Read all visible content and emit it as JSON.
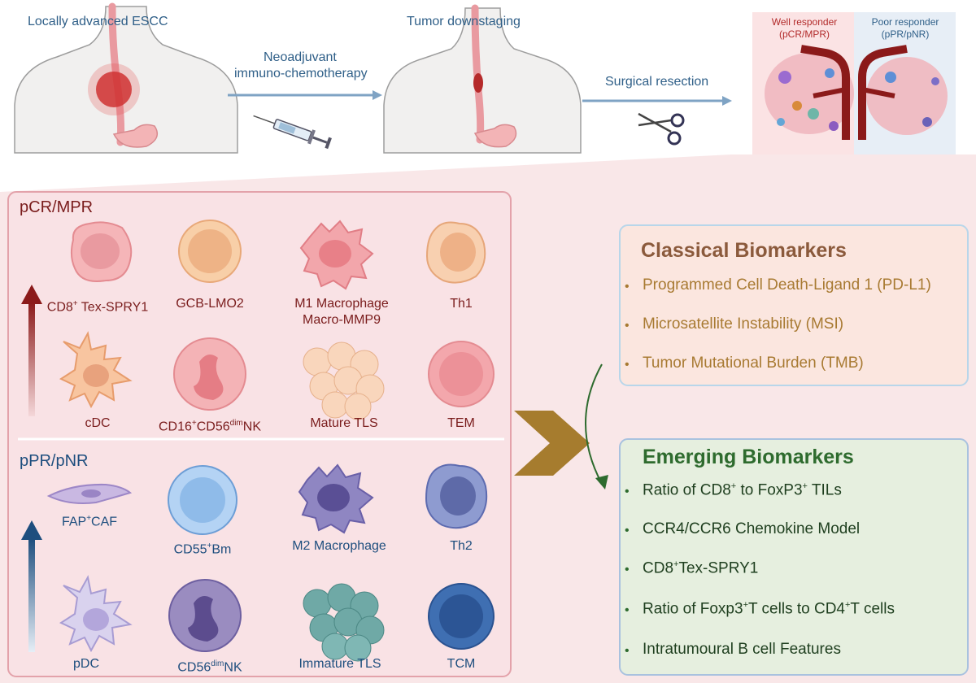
{
  "workflow": {
    "stage1": "Locally advanced ESCC",
    "step1_line1": "Neoadjuvant",
    "step1_line2": "immuno-chemotherapy",
    "stage2": "Tumor downstaging",
    "step2": "Surgical resection",
    "well_responder_line1": "Well responder",
    "well_responder_line2": "(pCR/MPR)",
    "poor_responder_line1": "Poor responder",
    "poor_responder_line2": "(pPR/pNR)"
  },
  "good_group": {
    "title": "pCR/MPR",
    "cells": [
      {
        "label": "CD8",
        "sup": "+",
        "rest": " Tex-SPRY1"
      },
      {
        "label": "GCB-LMO2"
      },
      {
        "label": "M1 Macrophage",
        "line2": "Macro-MMP9"
      },
      {
        "label": "Th1"
      },
      {
        "label": "cDC"
      },
      {
        "label": "CD16",
        "sup": "+",
        "mid": "CD56",
        "sup2": "dim",
        "rest": "NK"
      },
      {
        "label": "Mature TLS"
      },
      {
        "label": "TEM"
      }
    ]
  },
  "poor_group": {
    "title": "pPR/pNR",
    "cells": [
      {
        "label": "FAP",
        "sup": "+",
        "rest": "CAF"
      },
      {
        "label": "CD55",
        "sup": "+",
        "rest": "Bm"
      },
      {
        "label": "M2 Macrophage"
      },
      {
        "label": "Th2"
      },
      {
        "label": "pDC"
      },
      {
        "label": "CD56",
        "sup": "dim",
        "rest": "NK"
      },
      {
        "label": "Immature TLS"
      },
      {
        "label": "TCM"
      }
    ]
  },
  "classical": {
    "title": "Classical Biomarkers",
    "items": [
      "Programmed Cell Death-Ligand 1 (PD-L1)",
      "Microsatellite Instability (MSI)",
      "Tumor Mutational Burden (TMB)"
    ]
  },
  "emerging": {
    "title": "Emerging Biomarkers",
    "items": [
      {
        "a": "Ratio of CD8",
        "s1": "+",
        "b": " to FoxP3",
        "s2": "+",
        "c": " TILs"
      },
      {
        "a": "CCR4/CCR6 Chemokine Model"
      },
      {
        "a": "CD8",
        "s1": "+",
        "b": "Tex-SPRY1"
      },
      {
        "a": "Ratio of Foxp3",
        "s1": "+",
        "b": "T cells to CD4",
        "s2": "+",
        "c": "T cells"
      },
      {
        "a": "Intratumoural B cell Features"
      }
    ]
  },
  "colors": {
    "good_text": "#7a1c1c",
    "poor_text": "#1e4e7e",
    "classical_title": "#8b5a3c",
    "classical_item": "#a87a32",
    "emerging_title": "#2e6b2e",
    "emerging_item": "#1f3f1f",
    "panel_bg": "#f9e4e6",
    "arrow_gold": "#a67c2e"
  }
}
